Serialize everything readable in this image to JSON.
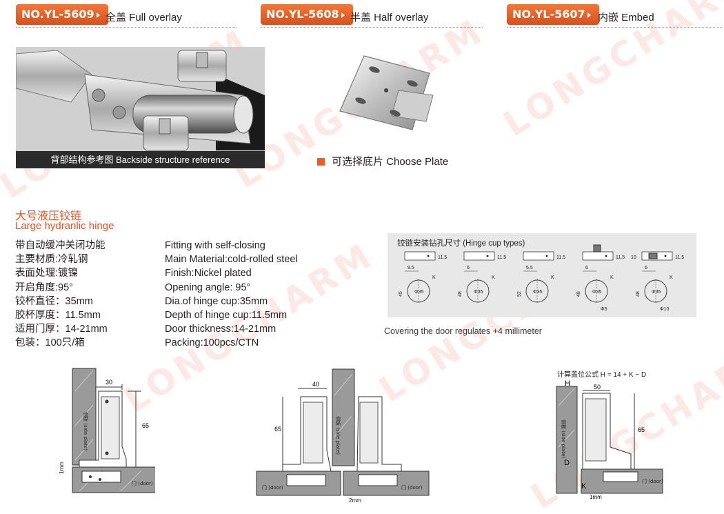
{
  "watermark": "LONGCHARM",
  "models": [
    {
      "code": "NO.YL-5609",
      "label": "全盖 Full overlay"
    },
    {
      "code": "NO.YL-5608",
      "label": "半盖 Half overlay"
    },
    {
      "code": "NO.YL-5607",
      "label": "内嵌 Embed"
    }
  ],
  "backside_caption": "背部结构参考图  Backside structure reference",
  "plate_caption": "可选择底片   Choose Plate",
  "title_cn": "大号液压铰链",
  "title_en": "Large hydranlic hinge",
  "specs_cn": [
    "带自动缓冲关闭功能",
    "主要材质:冷轧钢",
    "表面处理:镀镍",
    "开启角度:95°",
    "铰杯直径：35mm",
    "胶杯厚度：11.5mm",
    "适用门厚：14-21mm",
    "包装：100只/箱"
  ],
  "specs_en": [
    "Fitting with self-closing",
    "Main Material:cold-rolled steel",
    "Finish:Nickel plated",
    "Opening angle: 95°",
    "Dia.of hinge cup:35mm",
    "Depth of hinge cup:11.5mm",
    "Door thickness:14-21mm",
    "Packing:100pcs/CTN"
  ],
  "cup_panel": {
    "title": "铰链安装钻孔尺寸 (Hinge cup types)",
    "depth": "11.5",
    "thread_label": "10",
    "cups": [
      {
        "offset": "9.5",
        "height": "45",
        "dia": "Φ35"
      },
      {
        "offset": "6",
        "height": "48",
        "dia": "Φ35"
      },
      {
        "offset": "5.5",
        "height": "52",
        "dia": "Φ35"
      },
      {
        "offset": "6",
        "height": "48",
        "dia": "Φ35",
        "extra": "Φ5"
      },
      {
        "offset": "6",
        "height": "48",
        "dia": "Φ35",
        "extra": "Φ10"
      }
    ],
    "k": "K"
  },
  "cup_note": "Covering the door regulates +4 millimeter",
  "diagrams": {
    "full": {
      "width": "30",
      "height": "65",
      "gap": "1mm",
      "side_label": "侧板 (side plate)",
      "door_label": "门 (door)"
    },
    "half": {
      "width": "40",
      "height": "65",
      "gap": "2mm",
      "side_label": "侧板 (side plate)",
      "door_label": "门 (door)"
    },
    "embed": {
      "width": "50",
      "height": "65",
      "gap": "1mm",
      "side_label": "侧板 (side plate)",
      "door_label": "门 (door)",
      "h": "H",
      "d": "D",
      "k": "K"
    }
  },
  "formula": "计算盖位公式 H = 14 + K − D"
}
